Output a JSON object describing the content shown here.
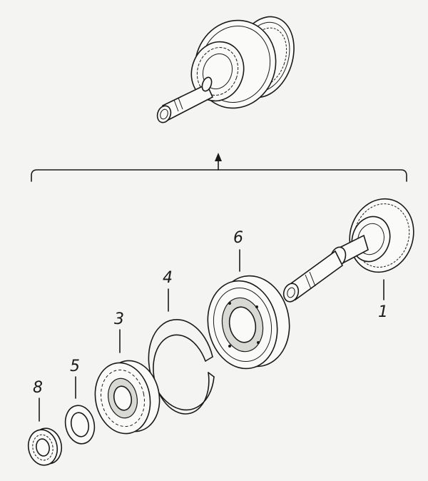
{
  "callouts": {
    "c1": "1",
    "c3": "3",
    "c4": "4",
    "c5": "5",
    "c6": "6",
    "c8": "8"
  },
  "colors": {
    "ink": "#1a1a1a",
    "paper": "#f4f4f2"
  }
}
